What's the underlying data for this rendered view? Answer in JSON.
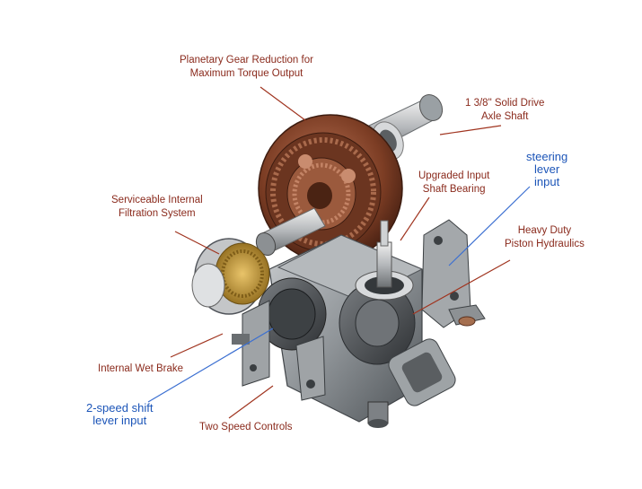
{
  "labels": {
    "planetary": {
      "line1": "Planetary Gear Reduction for",
      "line2": "Maximum Torque Output"
    },
    "axle": {
      "line1": "1 3/8\" Solid Drive",
      "line2": "Axle Shaft"
    },
    "steering": {
      "line1": "steering",
      "line2": "lever",
      "line3": "input"
    },
    "bearing": {
      "line1": "Upgraded Input",
      "line2": "Shaft Bearing"
    },
    "hydraulics": {
      "line1": "Heavy Duty",
      "line2": "Piston Hydraulics"
    },
    "filtration": {
      "line1": "Serviceable Internal",
      "line2": "Filtration System"
    },
    "brake": {
      "line1": "Internal Wet Brake"
    },
    "shift": {
      "line1": "2-speed shift",
      "line2": "lever input"
    },
    "controls": {
      "line1": "Two Speed Controls"
    }
  },
  "colors": {
    "label_text": "#8a2a1c",
    "label_line": "#a0341f",
    "blue_text": "#1c55b8",
    "blue_line": "#3b6fd1",
    "housing_gray": "#8e9296",
    "gear_brown": "#8a4a2e",
    "filter_gold": "#c79a3a"
  }
}
